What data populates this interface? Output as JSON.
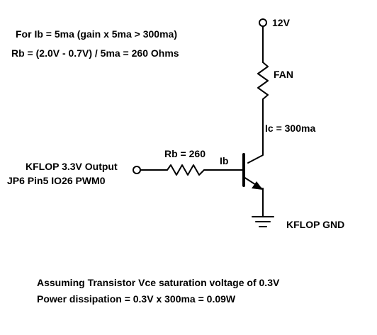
{
  "notes": {
    "line1": "For Ib = 5ma (gain x 5ma > 300ma)",
    "line2": "Rb = (2.0V - 0.7V) / 5ma = 260 Ohms"
  },
  "supply": {
    "label": "12V"
  },
  "fan": {
    "label": "FAN"
  },
  "collector": {
    "label": "Ic = 300ma"
  },
  "base_resistor": {
    "label": "Rb = 260"
  },
  "base_current": {
    "label": "Ib"
  },
  "input": {
    "line1": "KFLOP 3.3V Output",
    "line2": "JP6 Pin5 IO26  PWM0"
  },
  "ground": {
    "label": "KFLOP GND"
  },
  "footer": {
    "line1": "Assuming Transistor Vce saturation voltage of 0.3V",
    "line2": "Power dissipation = 0.3V x 300ma = 0.09W"
  },
  "colors": {
    "ink": "#000000",
    "background": "#ffffff"
  }
}
